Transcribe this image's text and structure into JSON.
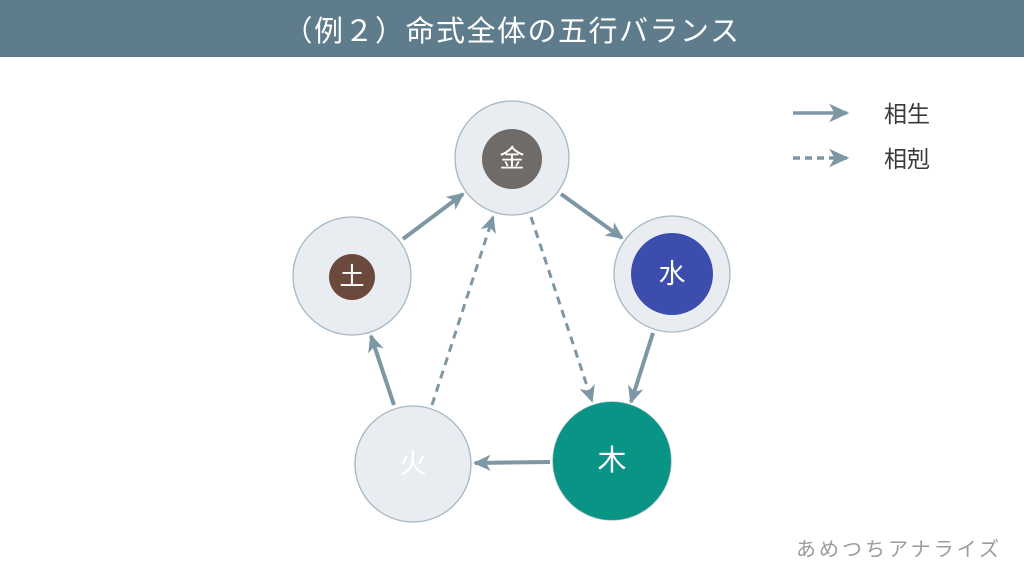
{
  "header": {
    "title": "（例２）命式全体の五行バランス",
    "bg_color": "#5e7c8b",
    "text_color": "#ffffff"
  },
  "legend": {
    "items": [
      {
        "style": "solid",
        "label": "相生"
      },
      {
        "style": "dashed",
        "label": "相剋"
      }
    ],
    "arrow_color": "#7d97a5",
    "text_color": "#3b3b3b"
  },
  "diagram": {
    "arrow_color": "#7d97a5",
    "outer_fill": "#e9edf1",
    "outer_stroke": "#a5b8c2",
    "nodes": [
      {
        "id": "metal",
        "label": "金",
        "inner_color": "#6f6b68",
        "label_color": "#ffffff",
        "inner_r": 30
      },
      {
        "id": "earth",
        "label": "土",
        "inner_color": "#6b4a3d",
        "label_color": "#ffffff",
        "inner_r": 23
      },
      {
        "id": "water",
        "label": "水",
        "inner_color": "#3c4dae",
        "label_color": "#ffffff",
        "inner_r": 41
      },
      {
        "id": "fire",
        "label": "火",
        "inner_color": "none",
        "label_color": "#fbfcfd",
        "inner_r": 0
      },
      {
        "id": "wood",
        "label": "木",
        "inner_color": "#0a9486",
        "label_color": "#ffffff",
        "inner_r": 59
      }
    ],
    "generating_arrows": [
      "土→金",
      "金→水",
      "水→木",
      "木→火",
      "火→土"
    ],
    "overcoming_arrows": [
      "火→金",
      "金→木"
    ]
  },
  "footer": {
    "watermark": "あめつちアナライズ",
    "watermark_color": "#9b9b9b"
  }
}
